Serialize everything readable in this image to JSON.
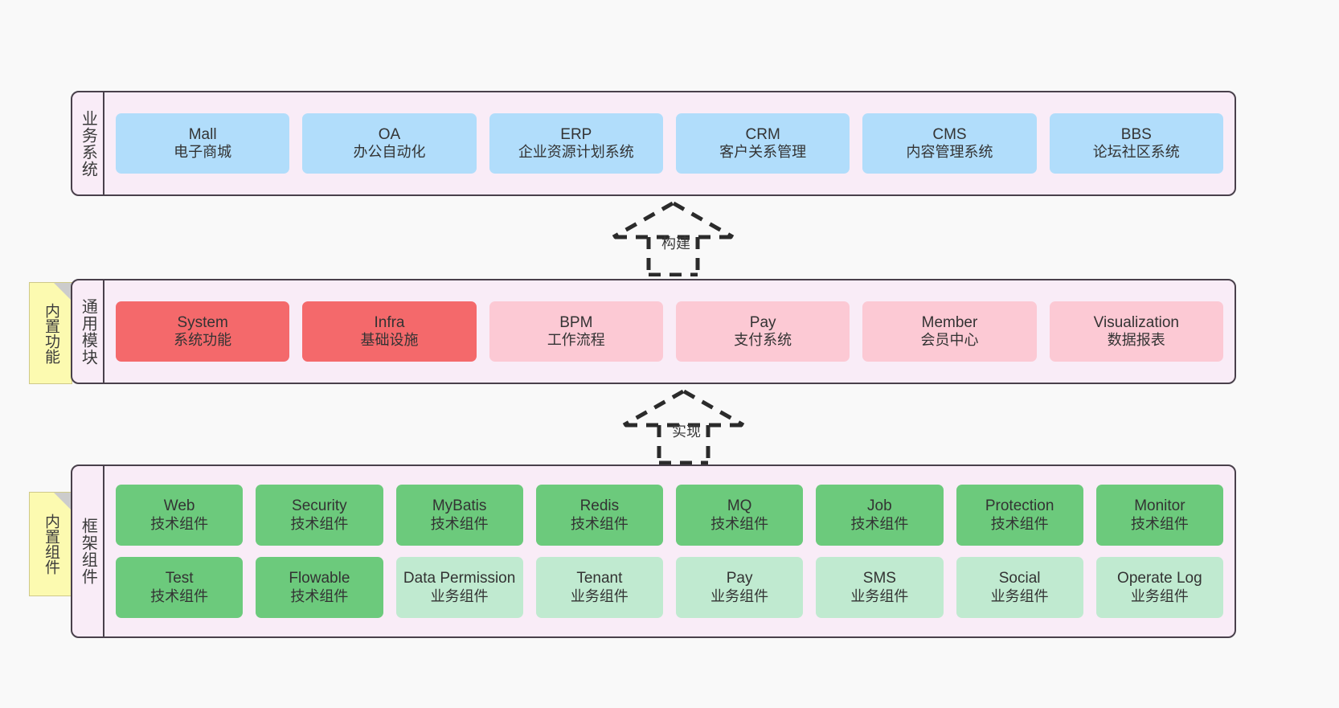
{
  "diagram": {
    "title": "",
    "background_color": "#f9f9f9",
    "band_fill": "#f9ecf7",
    "band_border": "#49404b",
    "note_fill": "#fcfab0"
  },
  "layers": [
    {
      "id": "business",
      "title": "业务系统",
      "rows": [
        {
          "nodes": [
            {
              "name": "Mall",
              "sub": "电子商城",
              "color": "#b1ddfb",
              "style": "blue"
            },
            {
              "name": "OA",
              "sub": "办公自动化",
              "color": "#b1ddfb",
              "style": "blue"
            },
            {
              "name": "ERP",
              "sub": "企业资源计划系统",
              "color": "#b1ddfb",
              "style": "blue"
            },
            {
              "name": "CRM",
              "sub": "客户关系管理",
              "color": "#b1ddfb",
              "style": "blue"
            },
            {
              "name": "CMS",
              "sub": "内容管理系统",
              "color": "#b1ddfb",
              "style": "blue"
            },
            {
              "name": "BBS",
              "sub": "论坛社区系统",
              "color": "#b1ddfb",
              "style": "blue"
            }
          ]
        }
      ]
    },
    {
      "id": "modules",
      "title": "通用模块",
      "note": "内置功能",
      "rows": [
        {
          "nodes": [
            {
              "name": "System",
              "sub": "系统功能",
              "color": "#f4696b",
              "style": "red"
            },
            {
              "name": "Infra",
              "sub": "基础设施",
              "color": "#f4696b",
              "style": "red"
            },
            {
              "name": "BPM",
              "sub": "工作流程",
              "color": "#fcc9d4",
              "style": "pink"
            },
            {
              "name": "Pay",
              "sub": "支付系统",
              "color": "#fcc9d4",
              "style": "pink"
            },
            {
              "name": "Member",
              "sub": "会员中心",
              "color": "#fcc9d4",
              "style": "pink"
            },
            {
              "name": "Visualization",
              "sub": "数据报表",
              "color": "#fcc9d4",
              "style": "pink"
            }
          ]
        }
      ]
    },
    {
      "id": "framework",
      "title": "框架组件",
      "note": "内置组件",
      "rows": [
        {
          "nodes": [
            {
              "name": "Web",
              "sub": "技术组件",
              "color": "#6cca7c",
              "style": "green"
            },
            {
              "name": "Security",
              "sub": "技术组件",
              "color": "#6cca7c",
              "style": "green"
            },
            {
              "name": "MyBatis",
              "sub": "技术组件",
              "color": "#6cca7c",
              "style": "green"
            },
            {
              "name": "Redis",
              "sub": "技术组件",
              "color": "#6cca7c",
              "style": "green"
            },
            {
              "name": "MQ",
              "sub": "技术组件",
              "color": "#6cca7c",
              "style": "green"
            },
            {
              "name": "Job",
              "sub": "技术组件",
              "color": "#6cca7c",
              "style": "green"
            },
            {
              "name": "Protection",
              "sub": "技术组件",
              "color": "#6cca7c",
              "style": "green"
            },
            {
              "name": "Monitor",
              "sub": "技术组件",
              "color": "#6cca7c",
              "style": "green"
            }
          ]
        },
        {
          "nodes": [
            {
              "name": "Test",
              "sub": "技术组件",
              "color": "#6cca7c",
              "style": "green"
            },
            {
              "name": "Flowable",
              "sub": "技术组件",
              "color": "#6cca7c",
              "style": "green"
            },
            {
              "name": "Data Permission",
              "sub": "业务组件",
              "color": "#c0ead0",
              "style": "mint"
            },
            {
              "name": "Tenant",
              "sub": "业务组件",
              "color": "#c0ead0",
              "style": "mint"
            },
            {
              "name": "Pay",
              "sub": "业务组件",
              "color": "#c0ead0",
              "style": "mint"
            },
            {
              "name": "SMS",
              "sub": "业务组件",
              "color": "#c0ead0",
              "style": "mint"
            },
            {
              "name": "Social",
              "sub": "业务组件",
              "color": "#c0ead0",
              "style": "mint"
            },
            {
              "name": "Operate Log",
              "sub": "业务组件",
              "color": "#c0ead0",
              "style": "mint"
            }
          ]
        }
      ]
    }
  ],
  "connectors": [
    {
      "id": "build",
      "label": "构建",
      "style": "dashed-realization",
      "direction": "up"
    },
    {
      "id": "impl",
      "label": "实现",
      "style": "dashed-realization",
      "direction": "up"
    }
  ]
}
